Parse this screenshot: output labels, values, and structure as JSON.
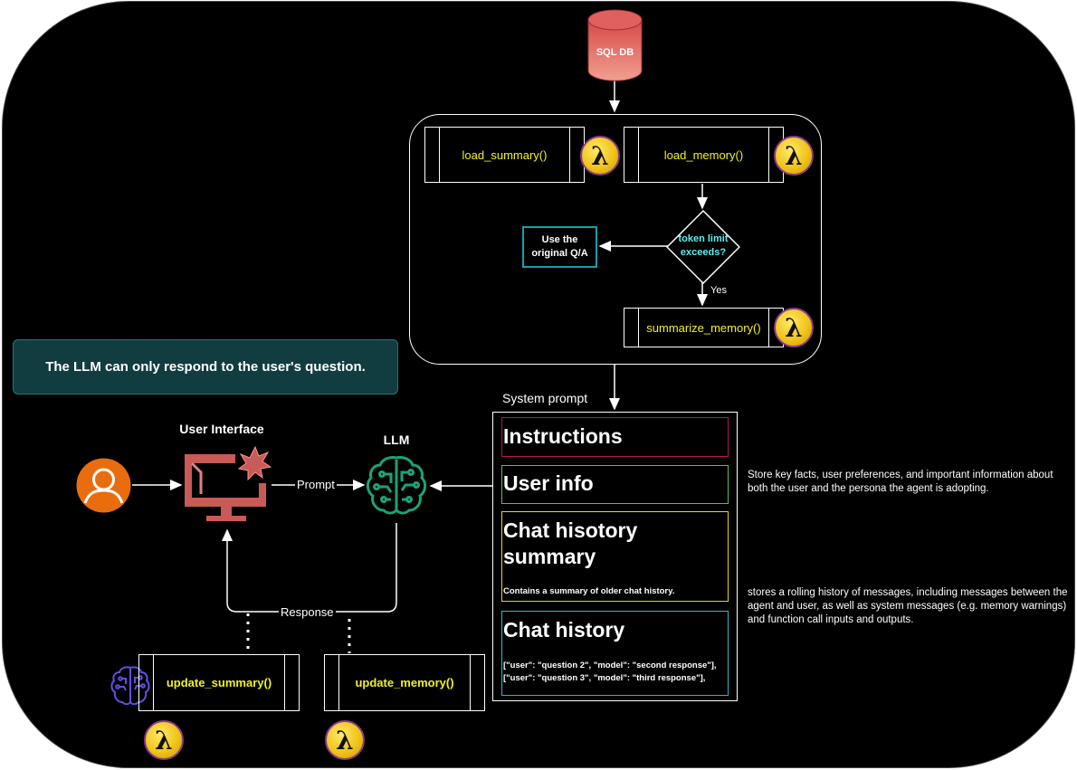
{
  "database": {
    "label": "SQL DB"
  },
  "lambda_symbol": "λ",
  "functions": {
    "load_summary": "load_summary()",
    "load_memory": "load_memory()",
    "summarize_memory": "summarize_memory()",
    "update_summary": "update_summary()",
    "update_memory": "update_memory()"
  },
  "decision": {
    "label": "token limit exceeds?",
    "yes_label": "Yes"
  },
  "original_qa": {
    "label": "Use the original Q/A"
  },
  "banner": {
    "text": "The LLM can only respond to the user's question."
  },
  "user_interface": {
    "label": "User Interface"
  },
  "llm": {
    "label": "LLM"
  },
  "edges": {
    "prompt": "Prompt",
    "response": "Response"
  },
  "system_prompt": {
    "label": "System prompt",
    "sections": {
      "instructions": {
        "title": "Instructions"
      },
      "user_info": {
        "title": "User info"
      },
      "summary": {
        "title": "Chat hisotory summary",
        "body": "Contains a summary of older chat history."
      },
      "history": {
        "title": "Chat history",
        "lines": [
          "[\"user\": \"question 2\", \"model\": \"second response\"],",
          "[\"user\": \"question 3\", \"model\": \"third response\"],"
        ]
      }
    }
  },
  "notes": {
    "user_info": "Store key facts, user preferences, and important information about both the user and the persona the agent is adopting.",
    "history": "stores a rolling history of messages, including messages between the agent and user, as well as system messages (e.g. memory warnings) and function call inputs and outputs."
  },
  "colors": {
    "background": "#000000",
    "function_text": "#f2f21a",
    "db": "#e06060",
    "teal_box": "#12a0a8",
    "banner_bg": "#113c40",
    "instructions_border": "#b0155e",
    "user_info_border": "#5fbf4a",
    "summary_border": "#e3d328",
    "history_border": "#2ab8c8",
    "llm_icon": "#1aa37a",
    "user_icon": "#e96d0e",
    "monitor": "#c85a58",
    "brain_icon": "#6050e0"
  }
}
